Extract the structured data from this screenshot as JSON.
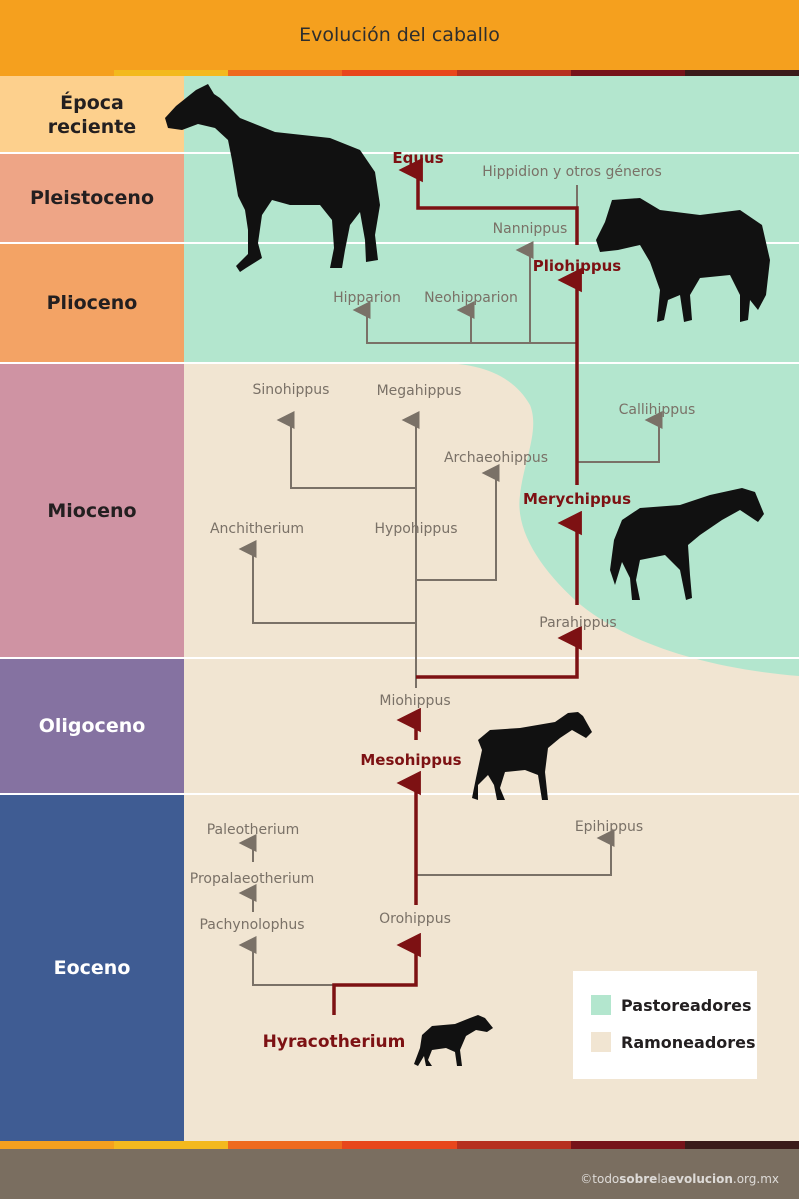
{
  "title": "Evolución del caballo",
  "colors": {
    "pastoreadores": "#b3e6ce",
    "ramoneadores": "#f1e5d2",
    "main_lineage": "#7d1113",
    "side_lineage": "#7a7167",
    "header": "#f5a01e",
    "footer": "#7a6e60",
    "stripe": [
      "#f5a01e",
      "#f3b91e",
      "#ee6a1e",
      "#e8461c",
      "#b6301f",
      "#76131a",
      "#3a1b1a"
    ]
  },
  "eras": [
    {
      "id": "epoca-reciente",
      "label": "Época reciente",
      "color": "#fdd08d"
    },
    {
      "id": "pleistoceno",
      "label": "Pleistoceno",
      "color": "#eea586"
    },
    {
      "id": "plioceno",
      "label": "Plioceno",
      "color": "#f3a365"
    },
    {
      "id": "mioceno",
      "label": "Mioceno",
      "color": "#cf93a3"
    },
    {
      "id": "oligoceno",
      "label": "Oligoceno",
      "color": "#8572a1"
    },
    {
      "id": "eoceno",
      "label": "Eoceno",
      "color": "#3f5c93"
    }
  ],
  "genera": {
    "equus": "Equus",
    "hippidion": "Hippidion y otros géneros",
    "nannippus": "Nannippus",
    "pliohippus": "Pliohippus",
    "hipparion": "Hipparion",
    "neohipparion": "Neohipparion",
    "sinohippus": "Sinohippus",
    "megahippus": "Megahippus",
    "callihippus": "Callihippus",
    "archaeohippus": "Archaeohippus",
    "merychippus": "Merychippus",
    "anchitherium": "Anchitherium",
    "hypohippus": "Hypohippus",
    "parahippus": "Parahippus",
    "miohippus": "Miohippus",
    "mesohippus": "Mesohippus",
    "paleotherium": "Paleotherium",
    "epihippus": "Epihippus",
    "propalaeotherium": "Propalaeotherium",
    "pachynolophus": "Pachynolophus",
    "orohippus": "Orohippus",
    "hyracotherium": "Hyracotherium"
  },
  "legend": [
    {
      "label": "Pastoreadores",
      "color": "#b3e6ce"
    },
    {
      "label": "Ramoneadores",
      "color": "#f1e5d2"
    }
  ],
  "credit": {
    "pre": "©todo",
    "b1": "sobre",
    "mid": "la",
    "b2": "evolucion",
    ".rest": "",
    "rest": ".org.mx"
  },
  "icons": [
    "horse-silhouette-icon"
  ]
}
